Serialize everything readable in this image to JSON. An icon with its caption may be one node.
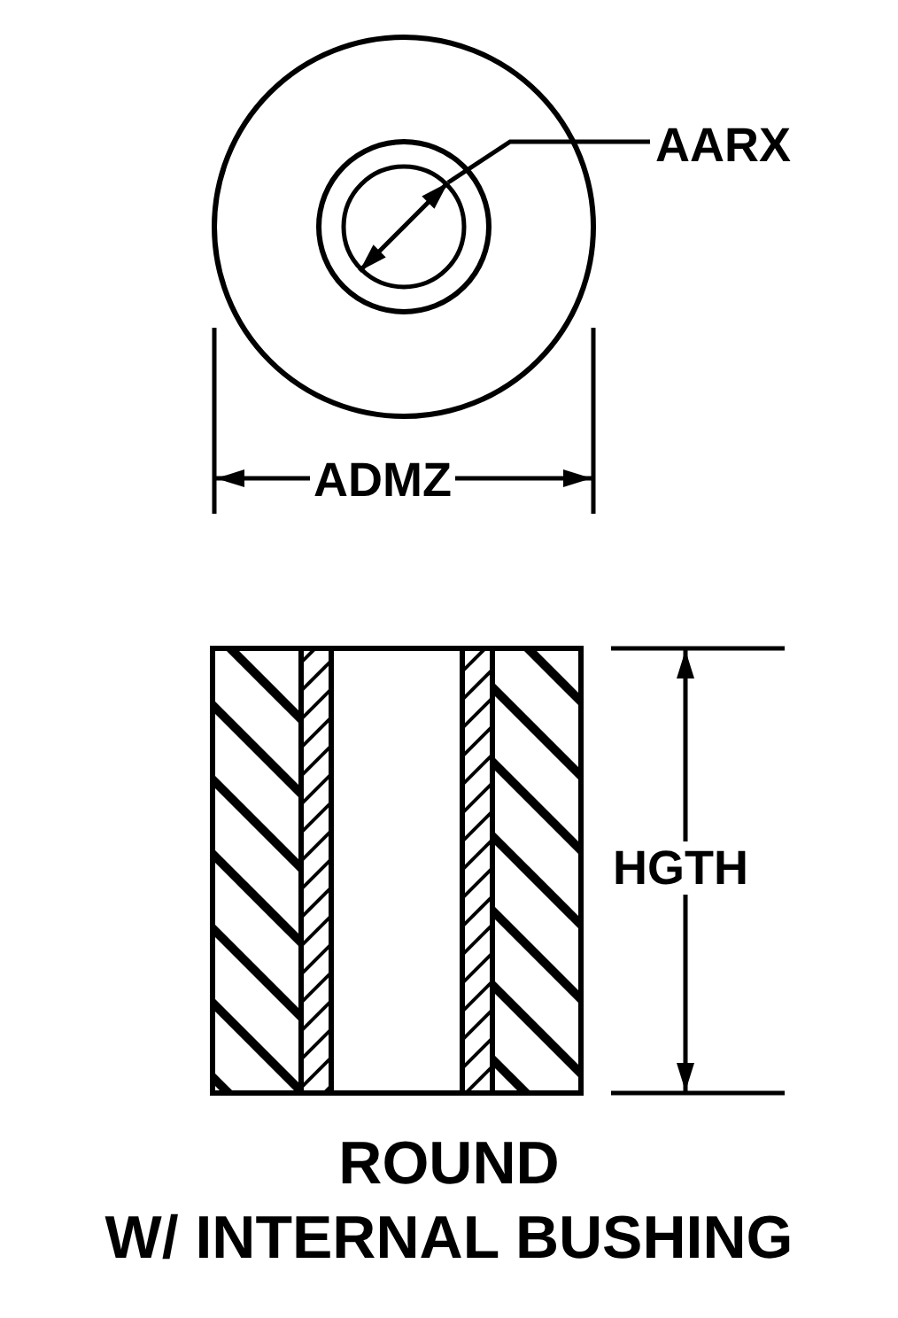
{
  "diagram": {
    "caption": "ROUND W/ INTERNAL BUSHING",
    "labels": [
      "AARX",
      "ADMZ",
      "HGTH"
    ]
  }
}
